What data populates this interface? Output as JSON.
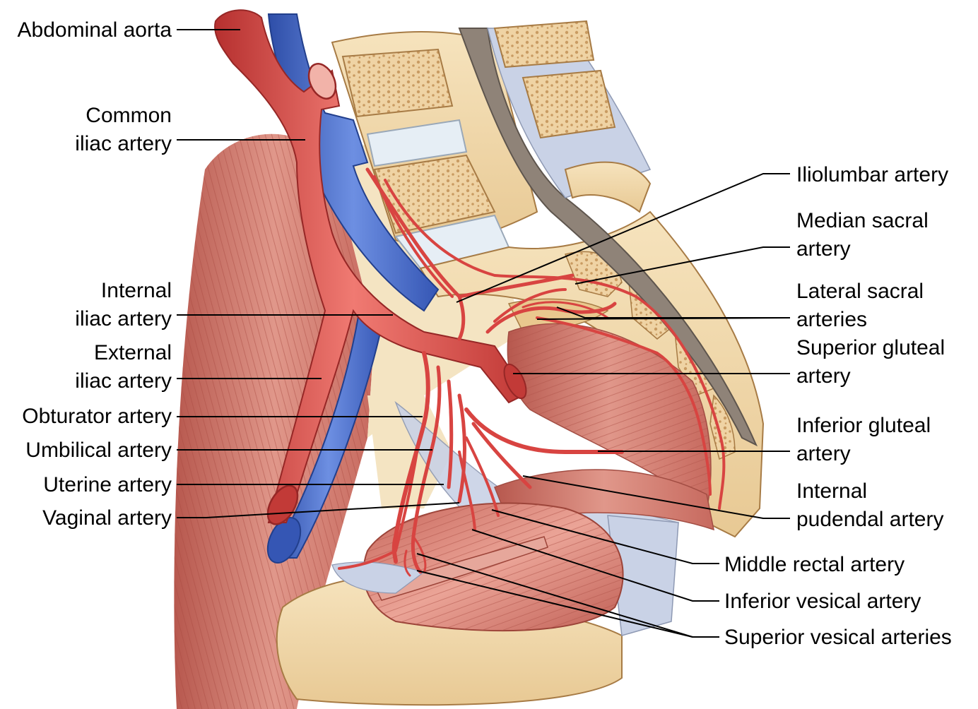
{
  "colors": {
    "artery": "#e14a48",
    "artery_dark": "#b6302f",
    "vein": "#4a6fd0",
    "vein_dark": "#2e4ea8",
    "muscle": "#d98478",
    "muscle_dark": "#b7584e",
    "bone": "#f3dcb0",
    "bone_dark": "#c79a5c",
    "disc": "#e8eef4",
    "ligament": "#c9d2e6",
    "leader_line": "#000000"
  },
  "labels": {
    "abdominal_aorta": "Abdominal aorta",
    "common_iliac_1": "Common",
    "common_iliac_2": "iliac artery",
    "internal_iliac_1": "Internal",
    "internal_iliac_2": "iliac artery",
    "external_iliac_1": "External",
    "external_iliac_2": "iliac artery",
    "obturator": "Obturator artery",
    "umbilical": "Umbilical artery",
    "uterine": "Uterine artery",
    "vaginal": "Vaginal artery",
    "iliolumbar": "Iliolumbar artery",
    "median_sacral_1": "Median sacral",
    "median_sacral_2": "artery",
    "lateral_sacral_1": "Lateral sacral",
    "lateral_sacral_2": "arteries",
    "superior_gluteal_1": "Superior gluteal",
    "superior_gluteal_2": "artery",
    "inferior_gluteal_1": "Inferior gluteal",
    "inferior_gluteal_2": "artery",
    "internal_pudendal_1": "Internal",
    "internal_pudendal_2": "pudendal artery",
    "middle_rectal": "Middle rectal artery",
    "inferior_vesical": "Inferior vesical artery",
    "superior_vesical": "Superior vesical arteries"
  }
}
